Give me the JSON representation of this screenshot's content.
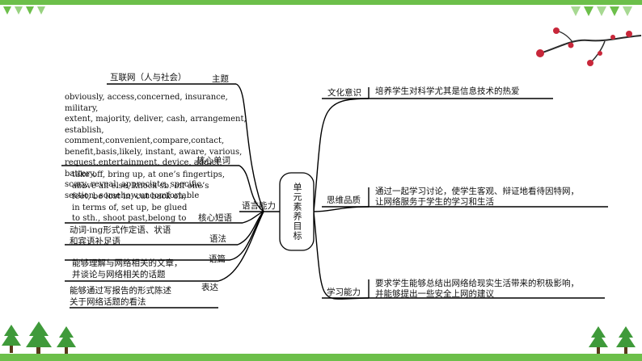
{
  "center": "单元素养目标",
  "left_trunk": "语言能力",
  "left_branches": [
    {
      "key": "topic",
      "label": "主题",
      "content": "互联网（人与社会）"
    },
    {
      "key": "vocab",
      "label": "核心单词",
      "content": "obviously, access,concerned, insurance, military,\nextent, majority, deliver, cash, arrangement,\nestablish, comment,convenient,compare,contact,\nbenefit,basis,likely, instant, aware, various,\nrequest,entertainment, device, addict, battery,\nscary, reveal, appreciate, specific,\nsection, somehow,uncomfortable"
    },
    {
      "key": "phrases",
      "label": "核心短语",
      "content": "take off, bring up, at one’s fingertips,\nabove all else, knock sb. off one’s\nfeet, be lost in, cut back on,\nin terms of, set up, be glued\nto sth., shoot past,belong to"
    },
    {
      "key": "grammar",
      "label": "语法",
      "content": "动词-ing形式作定语、状语\n和宾语补足语"
    },
    {
      "key": "discourse",
      "label": "语篇",
      "content": "能够理解与网络相关的文章，\n并谈论与网络相关的话题"
    },
    {
      "key": "expression",
      "label": "表达",
      "content": "能够通过写报告的形式陈述\n关于网络话题的看法"
    }
  ],
  "right_branches": [
    {
      "key": "culture",
      "label": "文化意识",
      "content": "培养学生对科学尤其是信息技术的热爱"
    },
    {
      "key": "thinking",
      "label": "思维品质",
      "content": "通过一起学习讨论，使学生客观、辩证地看待因特网，\n让网络服务于学生的学习和生活"
    },
    {
      "key": "learning",
      "label": "学习能力",
      "content": "要求学生能够总结出网络给现实生活带来的积极影响，\n并能够提出一些安全上网的建议"
    }
  ],
  "colors": {
    "accent_green": "#6cbf4a",
    "tree_green": "#3f9a3a",
    "line": "#000000",
    "blossom": "#c8273a"
  }
}
